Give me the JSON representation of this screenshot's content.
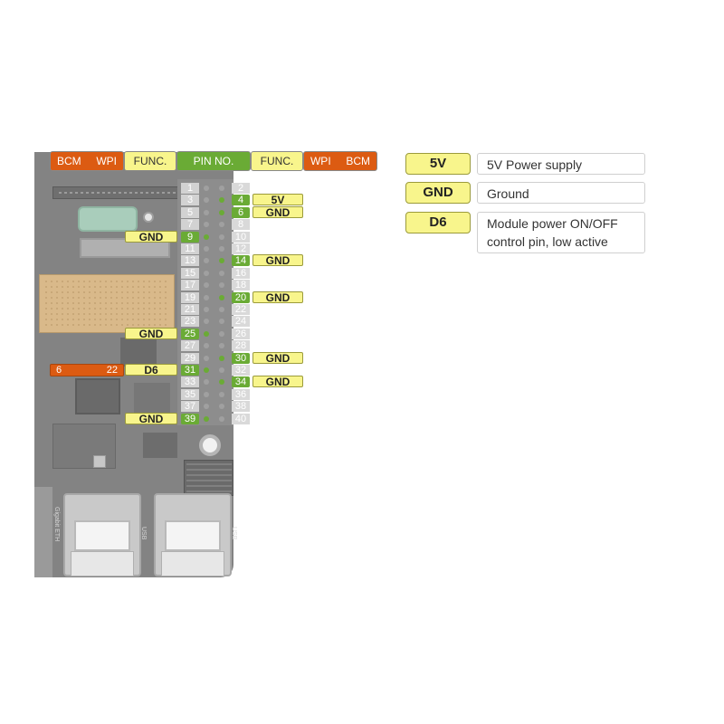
{
  "header_bar": {
    "bcm": "BCM",
    "wpi": "WPI",
    "func_left": "FUNC.",
    "pin_no": "PIN NO.",
    "func_right": "FUNC.",
    "wpi_right": "WPI",
    "bcm_right": "BCM"
  },
  "pins_left": [
    "1",
    "3",
    "5",
    "7",
    "9",
    "11",
    "13",
    "15",
    "17",
    "19",
    "21",
    "23",
    "25",
    "27",
    "29",
    "31",
    "33",
    "35",
    "37",
    "39"
  ],
  "pins_right": [
    "2",
    "4",
    "6",
    "8",
    "10",
    "12",
    "14",
    "16",
    "18",
    "20",
    "22",
    "24",
    "26",
    "28",
    "30",
    "32",
    "34",
    "36",
    "38",
    "40"
  ],
  "left_functions": [
    {
      "pin": "9",
      "func": "GND"
    },
    {
      "pin": "25",
      "func": "GND"
    },
    {
      "pin": "31",
      "func": "D6",
      "bcm": "6",
      "wpi": "22"
    },
    {
      "pin": "39",
      "func": "GND"
    }
  ],
  "right_functions": [
    {
      "pin": "4",
      "func": "5V"
    },
    {
      "pin": "6",
      "func": "GND"
    },
    {
      "pin": "14",
      "func": "GND"
    },
    {
      "pin": "20",
      "func": "GND"
    },
    {
      "pin": "30",
      "func": "GND"
    },
    {
      "pin": "34",
      "func": "GND"
    }
  ],
  "legend": [
    {
      "key": "5V",
      "desc": "5V Power supply"
    },
    {
      "key": "GND",
      "desc": "Ground"
    },
    {
      "key": "D6",
      "desc": "Module power ON/OFF control pin, low active"
    }
  ],
  "board_labels": {
    "eth": "Gigabit ETH",
    "usb1": "USB",
    "usb2": "USB"
  },
  "colors": {
    "orange": "#dc5b12",
    "yellow": "#f8f58c",
    "green": "#6aab35",
    "board": "#838383"
  }
}
